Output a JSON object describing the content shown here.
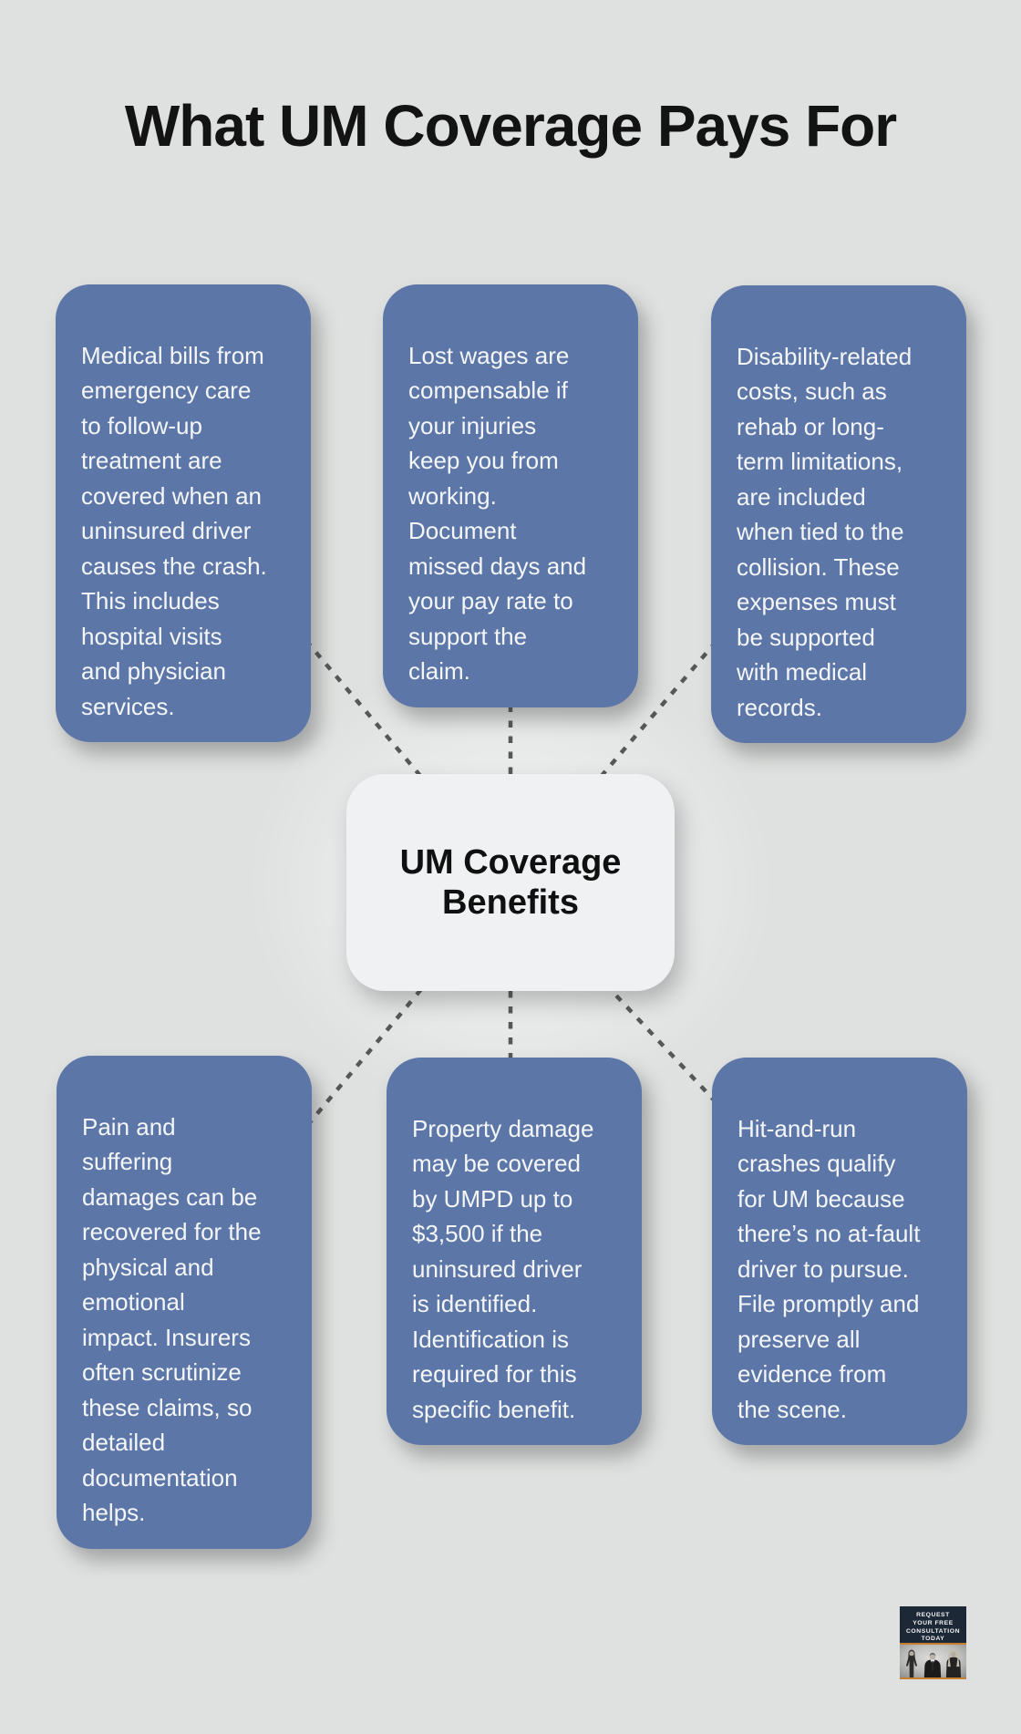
{
  "title": "What UM Coverage Pays For",
  "center_node": {
    "label": "UM Coverage\nBenefits"
  },
  "cards": [
    {
      "id": "medical-bills",
      "text": "Medical bills from\nemergency care\nto follow-up\ntreatment are\ncovered when an\nuninsured driver\ncauses the crash.\nThis includes\nhospital visits\nand physician\nservices."
    },
    {
      "id": "lost-wages",
      "text": "Lost wages are\ncompensable if\nyour injuries\nkeep you from\nworking.\nDocument\nmissed days and\nyour pay rate to\nsupport the\nclaim."
    },
    {
      "id": "disability-costs",
      "text": "Disability-related\ncosts, such as\nrehab or long-\nterm limitations,\nare included\nwhen tied to the\ncollision. These\nexpenses must\nbe supported\nwith medical\nrecords."
    },
    {
      "id": "pain-and-suffering",
      "text": "Pain and\nsuffering\ndamages can be\nrecovered for the\nphysical and\nemotional\nimpact. Insurers\noften scrutinize\nthese claims, so\ndetailed\ndocumentation\nhelps."
    },
    {
      "id": "property-damage",
      "text": "Property damage\nmay be covered\nby UMPD up to\n$3,500 if the\nuninsured driver\nis identified.\nIdentification is\nrequired for this\nspecific benefit."
    },
    {
      "id": "hit-and-run",
      "text": "Hit-and-run\ncrashes qualify\nfor UM because\nthere’s no at-fault\ndriver to pursue.\nFile promptly and\npreserve all\nevidence from\nthe scene."
    }
  ],
  "badge": {
    "text": "REQUEST\nYOUR FREE\nCONSULTATION\nTODAY",
    "photo": "law-firm-team-photo"
  },
  "theme": {
    "bg": "#dfe1e0",
    "title_color": "#131313",
    "card_bg": "#5c76a8",
    "card_text": "#f4f6f8",
    "center_bg": "#eff1f2",
    "center_text": "#101010",
    "connector_color": "#575757",
    "badge_bg": "#1c2835",
    "badge_accent": "#c87e30"
  }
}
